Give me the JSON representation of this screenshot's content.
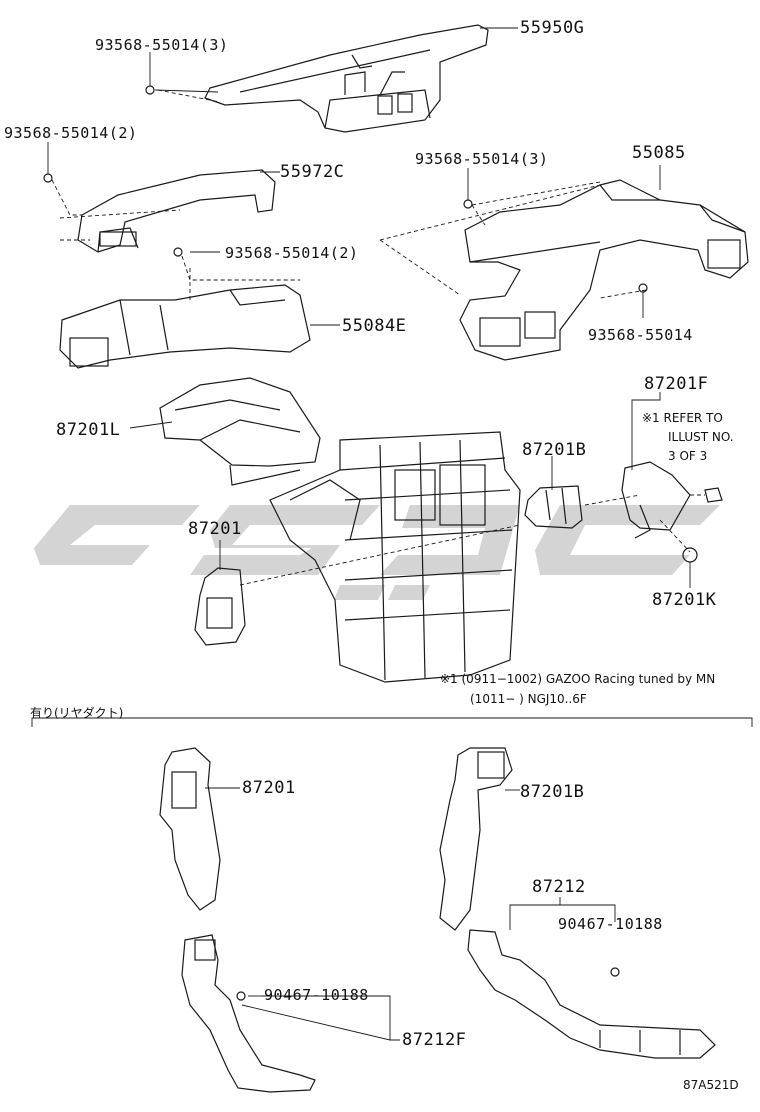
{
  "labels": {
    "p_55950G": "55950G",
    "bolt_top3": "93568-55014(3)",
    "bolt_left2": "93568-55014(2)",
    "p_55972C": "55972C",
    "bolt_right3": "93568-55014(3)",
    "p_55085": "55085",
    "bolt_mid2": "93568-55014(2)",
    "p_55084E": "55084E",
    "bolt_single": "93568-55014",
    "p_87201F": "87201F",
    "p_87201L": "87201L",
    "p_87201B": "87201B",
    "p_87201": "87201",
    "p_87201K": "87201K",
    "p_87201_lower": "87201",
    "p_87201B_lower": "87201B",
    "p_87212": "87212",
    "clip_right": "90467-10188",
    "clip_left": "90467-10188",
    "p_87212F": "87212F"
  },
  "notes": {
    "refer_line1": "※1 REFER TO",
    "refer_line2": "ILLUST NO.",
    "refer_line3": "3 OF 3",
    "footnote_line1": "※1 (0911−1002) GAZOO Racing tuned by MN",
    "footnote_line2": "(1011−    ) NGJ10..6F",
    "section_title": "有り(リヤダクト)",
    "illustration_code": "87A521D"
  },
  "colors": {
    "line": "#1a1a1a",
    "watermark": "#d2d2d2"
  }
}
